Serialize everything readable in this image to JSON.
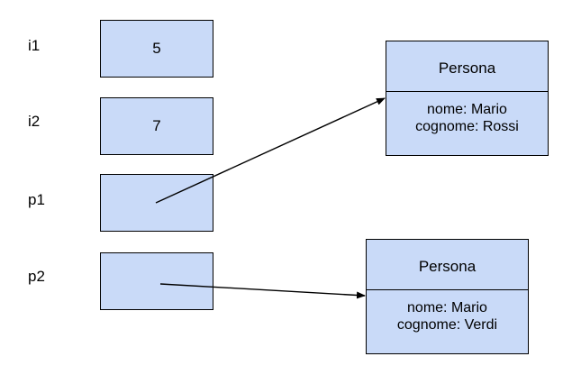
{
  "variables": [
    {
      "name": "i1",
      "value": "5"
    },
    {
      "name": "i2",
      "value": "7"
    },
    {
      "name": "p1",
      "value": ""
    },
    {
      "name": "p2",
      "value": ""
    }
  ],
  "objects": [
    {
      "class": "Persona",
      "fields": [
        "nome: Mario",
        "cognome: Rossi"
      ]
    },
    {
      "class": "Persona",
      "fields": [
        "nome: Mario",
        "cognome: Verdi"
      ]
    }
  ],
  "colors": {
    "box_fill": "#c9daf8",
    "stroke": "#000000"
  }
}
